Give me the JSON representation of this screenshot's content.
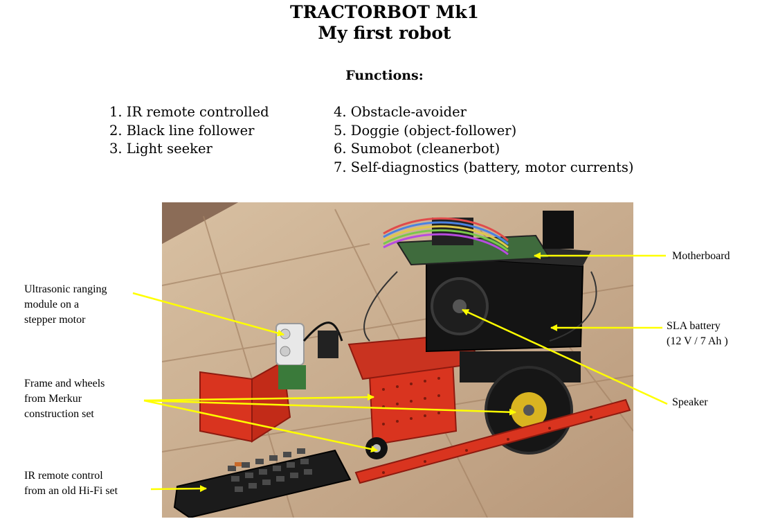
{
  "header": {
    "title": "TRACTORBOT Mk1",
    "subtitle": "My first robot",
    "functions_heading": "Functions:"
  },
  "functions": {
    "col1": [
      "1. IR remote controlled",
      "2. Black line follower",
      "3. Light seeker"
    ],
    "col2": [
      "4. Obstacle-avoider",
      "5. Doggie (object-follower)",
      "6. Sumobot (cleanerbot)",
      "7. Self-diagnostics (battery, motor currents)"
    ]
  },
  "annotations": {
    "ultrasonic": "Ultrasonic ranging\nmodule on a\nstepper motor",
    "frame": "Frame and wheels\nfrom Merkur\nconstruction set",
    "remote": "IR remote control\nfrom an old Hi-Fi set",
    "motherboard": "Motherboard",
    "sla_battery": "SLA battery\n(12 V / 7 Ah )",
    "speaker": "Speaker"
  },
  "colors": {
    "arrow": "#ffff00",
    "frame_red": "#d9341f",
    "battery_black": "#141414",
    "tile": "#c9ad8c",
    "wall": "#8a6b55"
  }
}
